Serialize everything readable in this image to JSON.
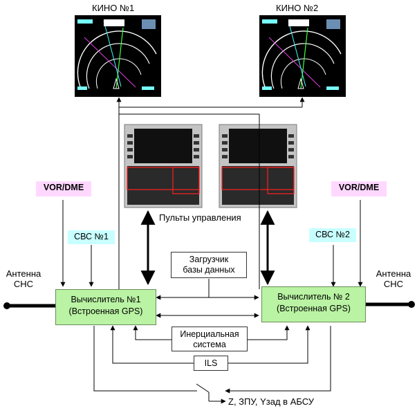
{
  "displays": {
    "left": {
      "title": "КИНО №1"
    },
    "right": {
      "title": "КИНО №2"
    }
  },
  "control_panels": {
    "caption": "Пульты управления"
  },
  "loader": {
    "line1": "Загрузчик",
    "line2": "базы данных"
  },
  "computer1": {
    "line1": "Вычислитель №1",
    "line2": "(Встроенная GPS)"
  },
  "computer2": {
    "line1": "Вычислитель № 2",
    "line2": "(Встроенная GPS)"
  },
  "inertial": {
    "line1": "Инерциальная",
    "line2": "система"
  },
  "ils": {
    "label": "ILS"
  },
  "vordme_left": {
    "label": "VOR/DME"
  },
  "vordme_right": {
    "label": "VOR/DME"
  },
  "cbc_left": {
    "label": "СВС №1"
  },
  "cbc_right": {
    "label": "СВС №2"
  },
  "antenna_left": {
    "line1": "Антенна",
    "line2": "СНС"
  },
  "antenna_right": {
    "line1": "Антенна",
    "line2": "СНС"
  },
  "output": {
    "label": "Z, ЗПУ, Yзад в АБСУ"
  },
  "colors": {
    "computer_fill": "#b9f3a3",
    "vordme_fill": "#ffd8ff",
    "cbc_fill": "#c8ffff",
    "display_bg": "#000000",
    "line": "#000000"
  }
}
